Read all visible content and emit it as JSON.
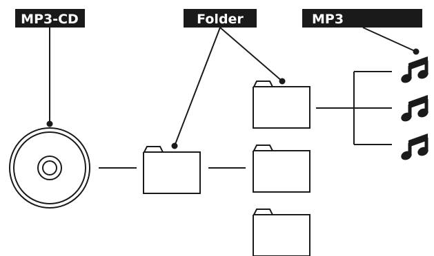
{
  "labels": {
    "cd": "MP3-CD",
    "folder": "Folder",
    "mp3": "MP3"
  },
  "icons": {
    "disc": "disc-icon",
    "folder": "folder-icon",
    "music_note": "double-music-note-icon"
  },
  "colors": {
    "ink": "#1a1a1a",
    "label_bg": "#1a1a1a",
    "label_text": "#ffffff",
    "background": "#ffffff"
  }
}
